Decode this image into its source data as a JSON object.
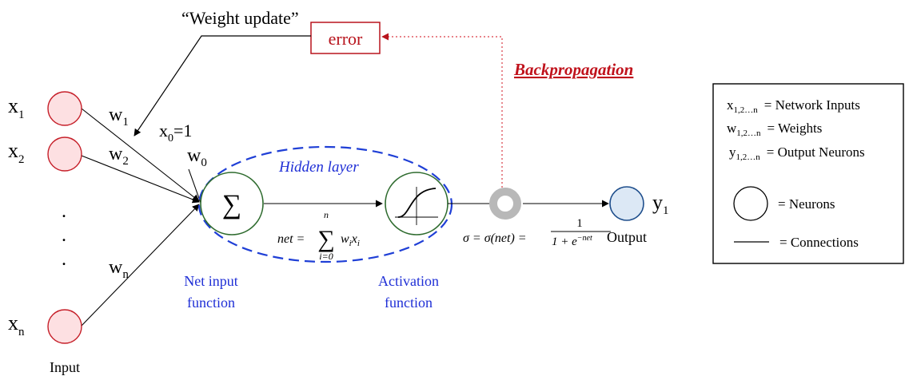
{
  "inputs": {
    "x1": {
      "base": "x",
      "sub": "1"
    },
    "x2": {
      "base": "x",
      "sub": "2"
    },
    "xn": {
      "base": "x",
      "sub": "n"
    },
    "dots": ".",
    "caption": "Input"
  },
  "weights": {
    "w1": {
      "base": "w",
      "sub": "1"
    },
    "w2": {
      "base": "w",
      "sub": "2"
    },
    "w0": {
      "base": "w",
      "sub": "0"
    },
    "wn": {
      "base": "w",
      "sub": "n"
    },
    "bias": {
      "base": "x",
      "sub": "0",
      "tail": "=1"
    }
  },
  "feedback": {
    "weight_update": "“Weight update”",
    "error": "error",
    "backprop": "Backpropagation"
  },
  "hidden": {
    "label": "Hidden layer",
    "sum_symbol": "∑",
    "net_input_l1": "Net input",
    "net_input_l2": "function",
    "activation_l1": "Activation",
    "activation_l2": "function"
  },
  "formulas": {
    "net_lhs": "net = ",
    "sum": "∑",
    "sum_top": "n",
    "sum_bottom": "i=0",
    "net_w": "w",
    "net_wi": "i",
    "net_x": "x",
    "net_xi": "i",
    "sigma_lhs": "σ = σ(net) = ",
    "frac_num": "1",
    "frac_den": "1 + e",
    "frac_den_exp": "−net"
  },
  "output": {
    "y1": {
      "base": "y",
      "sub": "1"
    },
    "caption": "Output"
  },
  "legend": {
    "inputs": {
      "base": "x",
      "sub": "1,2…n",
      "text": "= Network Inputs"
    },
    "weights": {
      "base": "w",
      "sub": "1,2…n",
      "text": "= Weights"
    },
    "outputs": {
      "base": "y",
      "sub": "1,2…n",
      "text": "= Output Neurons"
    },
    "neurons": "= Neurons",
    "connections": "= Connections"
  },
  "colors": {
    "input_fill": "#fde0e2",
    "input_stroke": "#c6202a",
    "node_stroke": "#2e6b2e",
    "hidden_ellipse": "#1f3fd6",
    "hidden_text": "#1f2fd6",
    "error_red": "#b8141d",
    "output_fill": "#dce8f5",
    "output_stroke": "#1e4e8c",
    "ring_grey": "#b8b8b8"
  }
}
